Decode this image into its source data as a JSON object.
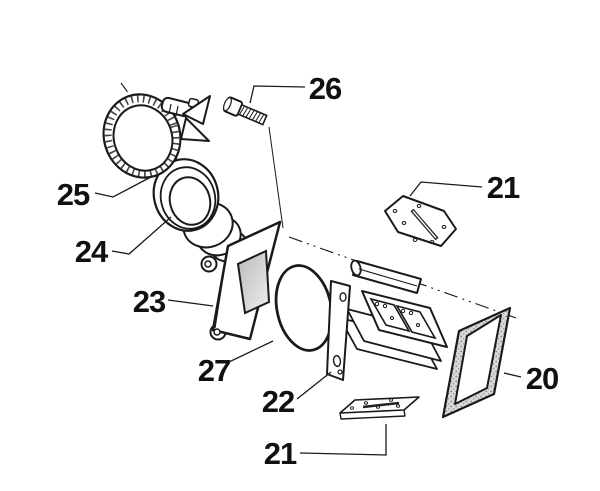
{
  "diagram": {
    "background": "#ffffff",
    "line_color": "#1a1a1a",
    "window_shade_dark": "#c0c0c0",
    "window_shade_light": "#efefef",
    "gasket_fill": "#d9d9d9",
    "gasket_dot_color": "#7a7a7a",
    "callouts": [
      {
        "label": "25"
      },
      {
        "label": "24"
      },
      {
        "label": "23"
      },
      {
        "label": "27"
      },
      {
        "label": "26"
      },
      {
        "label": "21"
      },
      {
        "label": "22"
      },
      {
        "label": "21"
      },
      {
        "label": "20"
      }
    ]
  }
}
